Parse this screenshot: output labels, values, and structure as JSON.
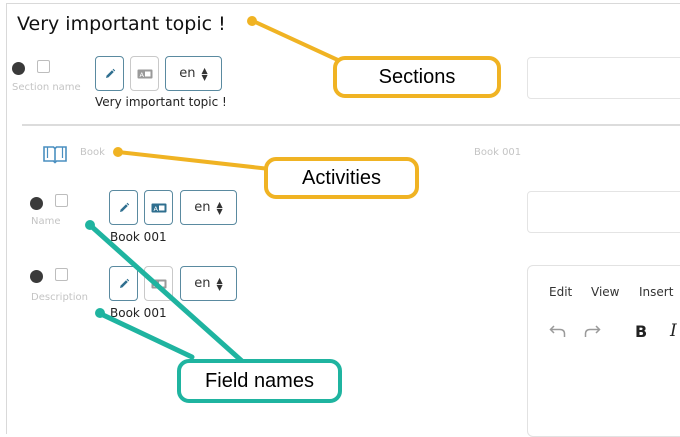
{
  "section": {
    "title": "Very important topic !",
    "field_label": "Section name",
    "language": "en",
    "value": "Very important topic !"
  },
  "activity": {
    "label": "Book",
    "right_label": "Book 001"
  },
  "name_field": {
    "label": "Name",
    "language": "en",
    "value": "Book 001"
  },
  "description_field": {
    "label": "Description",
    "language": "en",
    "value": "Book 001"
  },
  "editor": {
    "menu": [
      "Edit",
      "View",
      "Insert"
    ],
    "bold": "B",
    "italic": "I"
  },
  "callouts": {
    "sections": "Sections",
    "activities": "Activities",
    "field_names": "Field names"
  },
  "colors": {
    "gold": "#f0b323",
    "teal": "#1fb4a0",
    "button_border": "#5a8aa0"
  }
}
